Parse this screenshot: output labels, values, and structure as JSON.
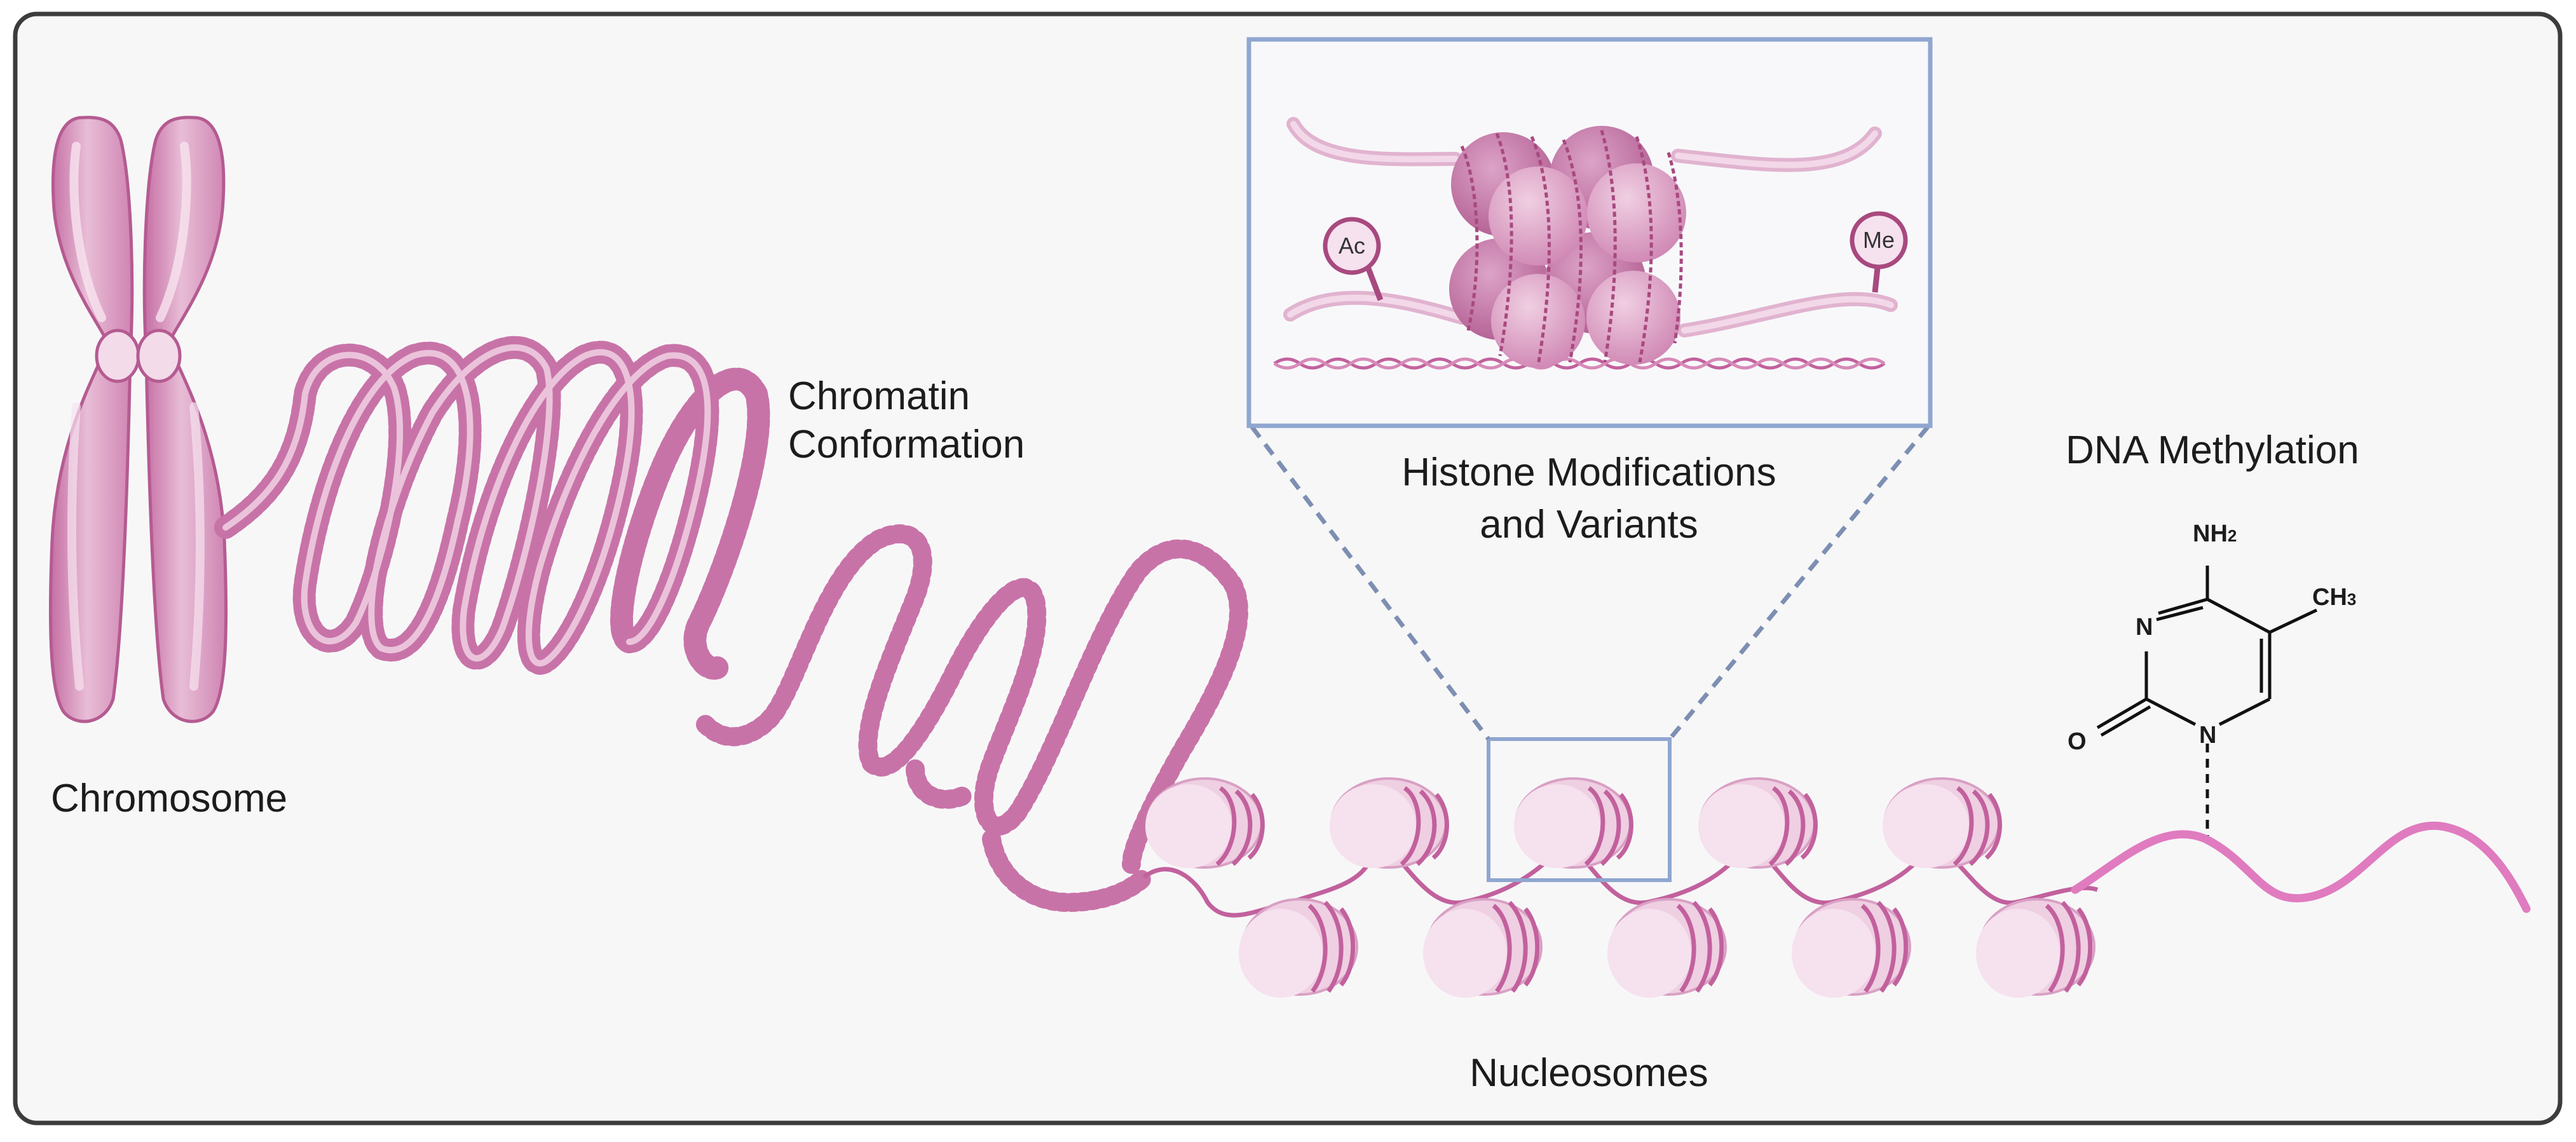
{
  "labels": {
    "chromosome": "Chromosome",
    "chromatin_line1": "Chromatin",
    "chromatin_line2": "Conformation",
    "histone_line1": "Histone Modifications",
    "histone_line2": "and Variants",
    "dna_methylation": "DNA Methylation",
    "nucleosomes": "Nucleosomes"
  },
  "marks": {
    "acetyl": "Ac",
    "methyl": "Me"
  },
  "molecule": {
    "nh2": "NH",
    "nh2_sub": "2",
    "ch3": "CH",
    "ch3_sub": "3",
    "n_ring_top": "N",
    "n_ring_bottom": "N",
    "oxygen": "O"
  },
  "colors": {
    "background": "#f7f7f8",
    "border": "#3c3c3c",
    "pink_dark": "#c2619d",
    "pink_mid": "#dca3c7",
    "pink_light": "#f1d6e6",
    "inset_border": "#8fa6cf",
    "dashed_line": "#7d8fb2",
    "dna_strand": "#e07bbf"
  }
}
